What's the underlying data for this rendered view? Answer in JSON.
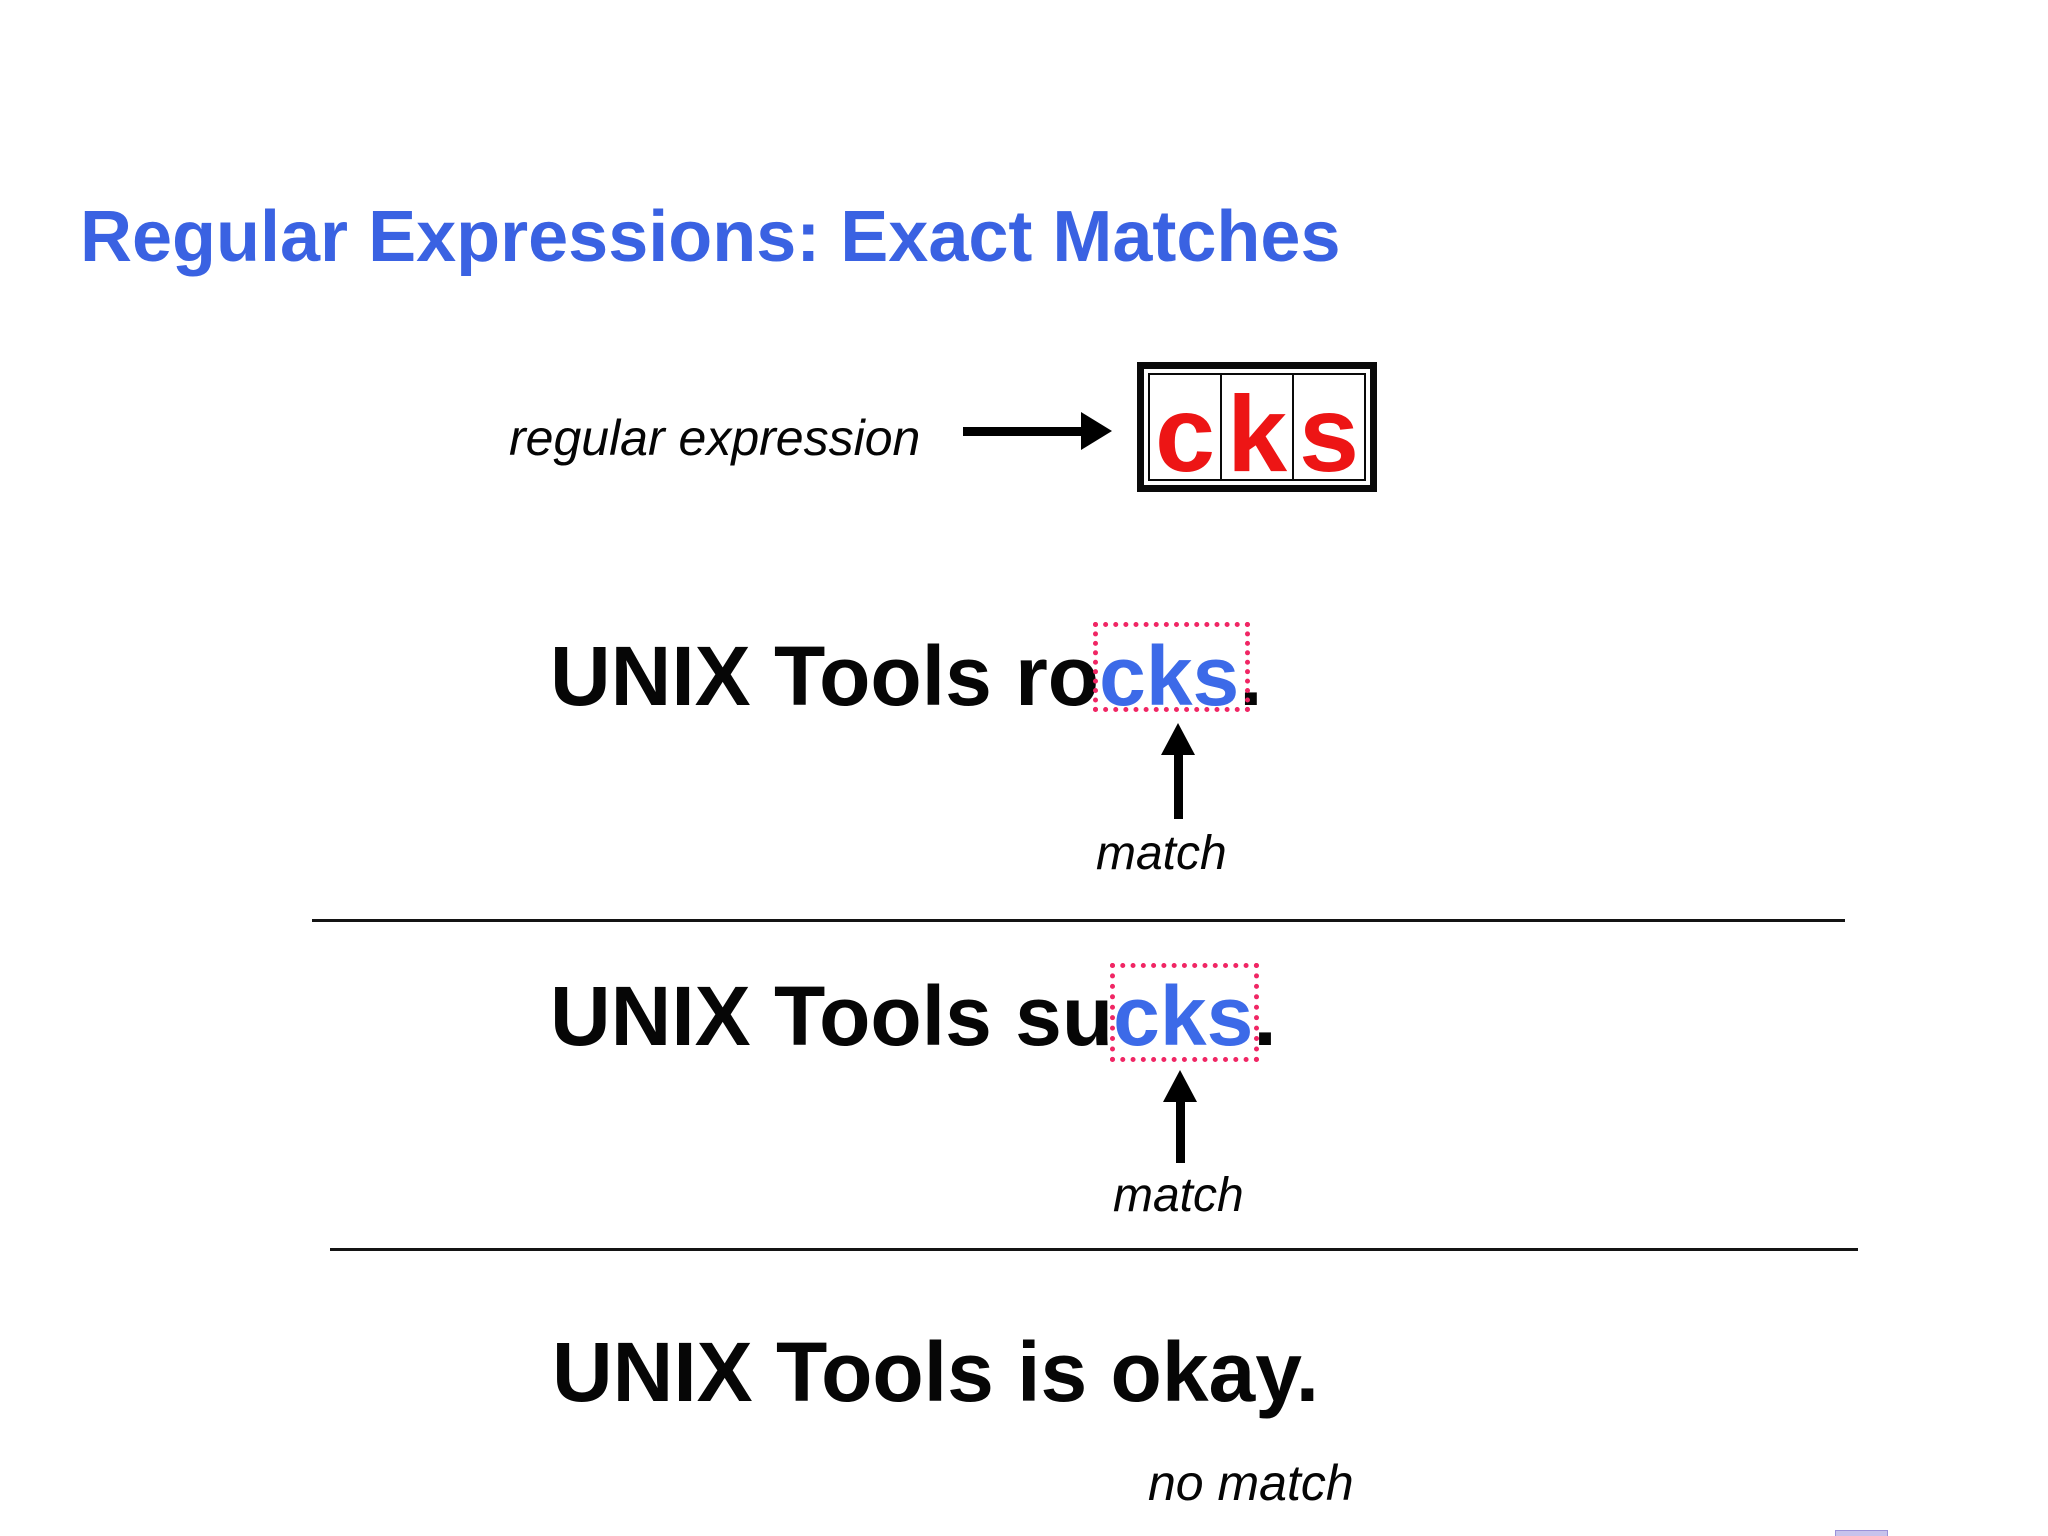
{
  "title": "Regular Expressions: Exact Matches",
  "diagram": {
    "label": "regular expression",
    "letters": [
      "c",
      "k",
      "s"
    ]
  },
  "examples": [
    {
      "pre": "UNIX Tools ro",
      "match": "cks",
      "post": ".",
      "annotation": "match"
    },
    {
      "pre": "UNIX Tools su",
      "match": "cks",
      "post": ".",
      "annotation": "match"
    },
    {
      "pre": "UNIX Tools is okay.",
      "match": "",
      "post": "",
      "annotation": "no match"
    }
  ],
  "colors": {
    "title_blue": "#3a62e2",
    "match_blue": "#3c6ae8",
    "regex_red": "#ed1515",
    "dotted_pink": "#f02664",
    "fragment_purple": "#c7c3ec"
  }
}
